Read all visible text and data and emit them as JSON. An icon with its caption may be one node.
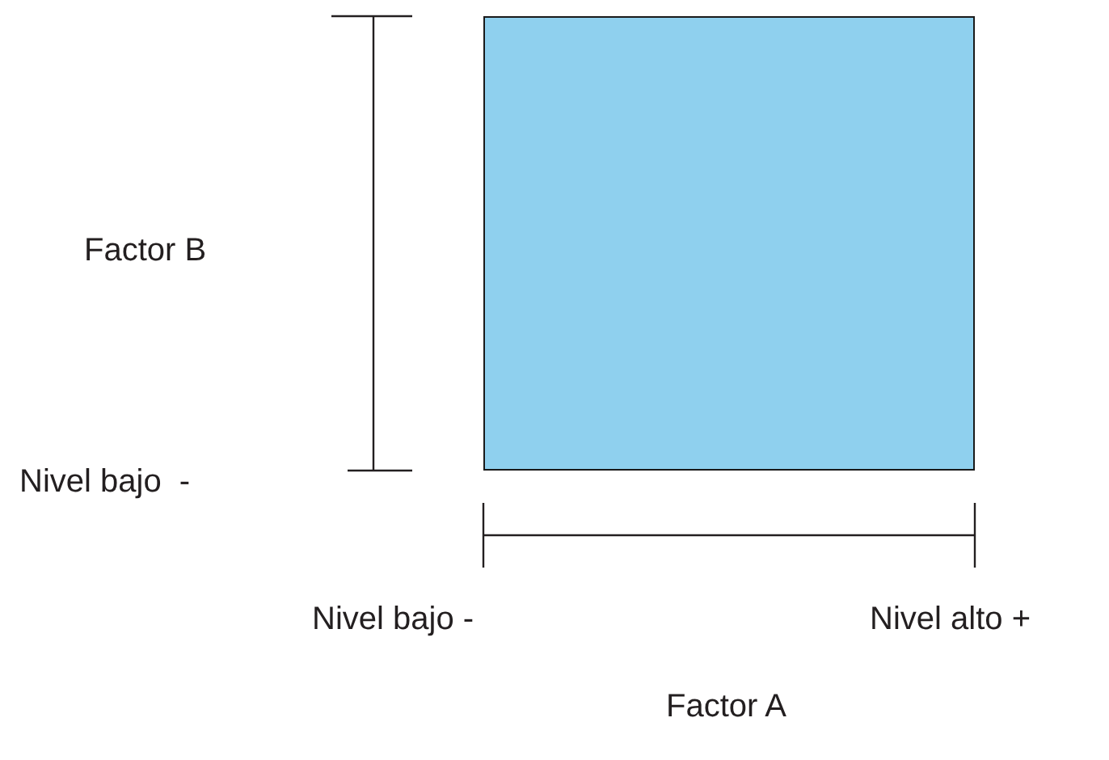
{
  "diagram": {
    "nodes": [
      {
        "text": [],
        "shape": "box"
      }
    ],
    "labels": [
      "Factor B",
      "Nivel bajo  -",
      "Nivel bajo -",
      "Nivel alto +",
      "Factor A"
    ]
  }
}
